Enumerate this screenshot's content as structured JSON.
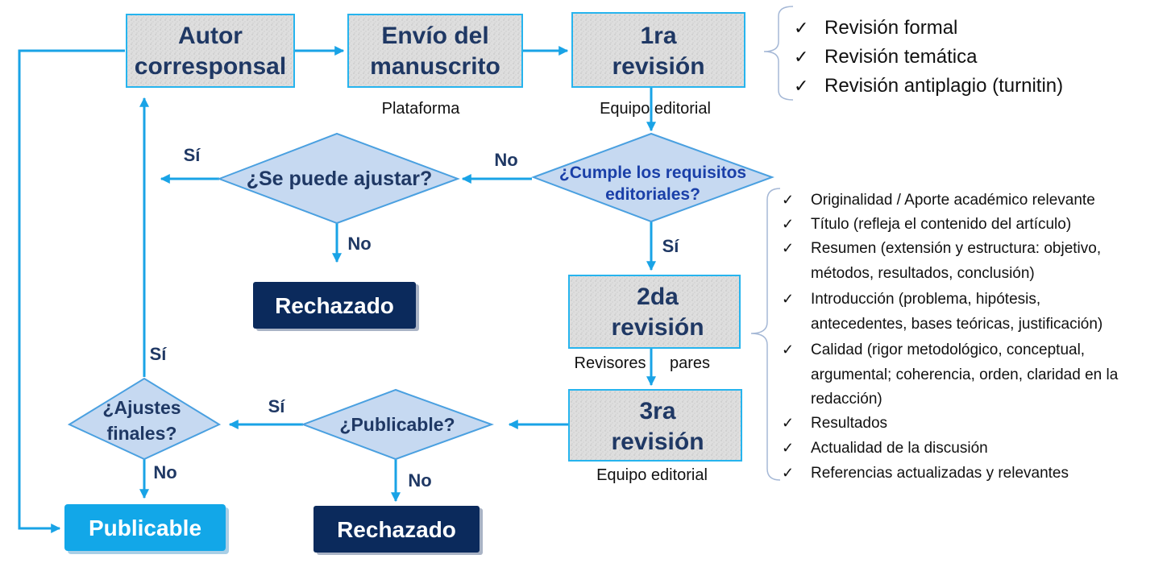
{
  "colors": {
    "arrow": "#19a3e6",
    "process_fill": "#dddddd",
    "process_border": "#26b4ee",
    "decision_fill": "#c6d9f1",
    "decision_border": "#4aa0e0",
    "navy": "#0b2a5c",
    "publicable": "#12a7e8",
    "text_dark": "#1f3864"
  },
  "nodes": {
    "autor": [
      "Autor",
      "corresponsal"
    ],
    "envio": [
      "Envío del",
      "manuscrito"
    ],
    "rev1": [
      "1ra",
      "revisión"
    ],
    "rev2": [
      "2da",
      "revisión"
    ],
    "rev3": [
      "3ra",
      "revisión"
    ],
    "ajustar": "¿Se puede ajustar?",
    "cumple": [
      "¿Cumple los requisitos",
      "editoriales?"
    ],
    "publicable_q": "¿Publicable?",
    "ajustes": [
      "¿Ajustes",
      "finales?"
    ],
    "rechazado_1": "Rechazado",
    "rechazado_2": "Rechazado",
    "publicable": "Publicable"
  },
  "labels": {
    "plataforma": "Plataforma",
    "equipo_1": "Equipo editorial",
    "revisores": "Revisores",
    "pares": "pares",
    "equipo_2": "Equipo editorial"
  },
  "edges": {
    "si_ajustar": "Sí",
    "no_cumple": "No",
    "no_ajustar": "No",
    "si_cumple": "Sí",
    "si_ajustes": "Sí",
    "si_publicable": "Sí",
    "no_ajustes": "No",
    "no_publicable": "No"
  },
  "checklists": {
    "first": [
      "Revisión formal",
      "Revisión temática",
      "Revisión antiplagio (turnitin)"
    ],
    "second": [
      "Originalidad / Aporte académico relevante",
      "Título (refleja el contenido del artículo)",
      [
        "Resumen (extensión y estructura: objetivo,",
        "métodos, resultados, conclusión)"
      ],
      [
        "Introducción (problema, hipótesis,",
        "antecedentes, bases teóricas, justificación)"
      ],
      [
        "Calidad (rigor metodológico, conceptual,",
        "argumental; coherencia, orden, claridad en la",
        "redacción)"
      ],
      "Resultados",
      "Actualidad de la discusión",
      "Referencias actualizadas y relevantes"
    ]
  }
}
